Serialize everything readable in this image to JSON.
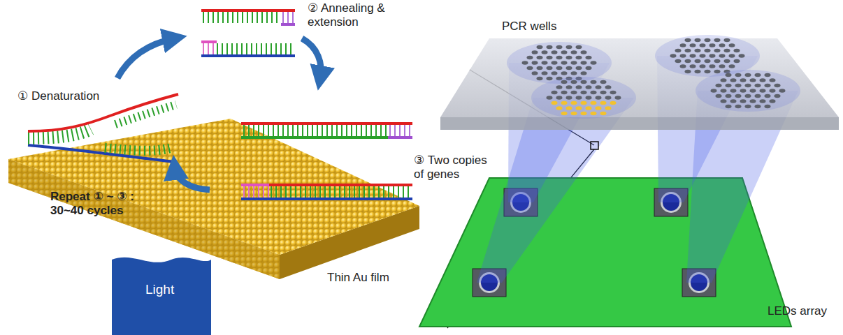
{
  "diagram": {
    "labels": [
      "① Denaturation",
      "② Annealing & extension",
      "③ Two copies of genes",
      "Repeat ① ~ ③ : 30~40 cycles",
      "Light",
      "Thin Au film",
      "PCR wells",
      "LEDs array"
    ]
  }
}
